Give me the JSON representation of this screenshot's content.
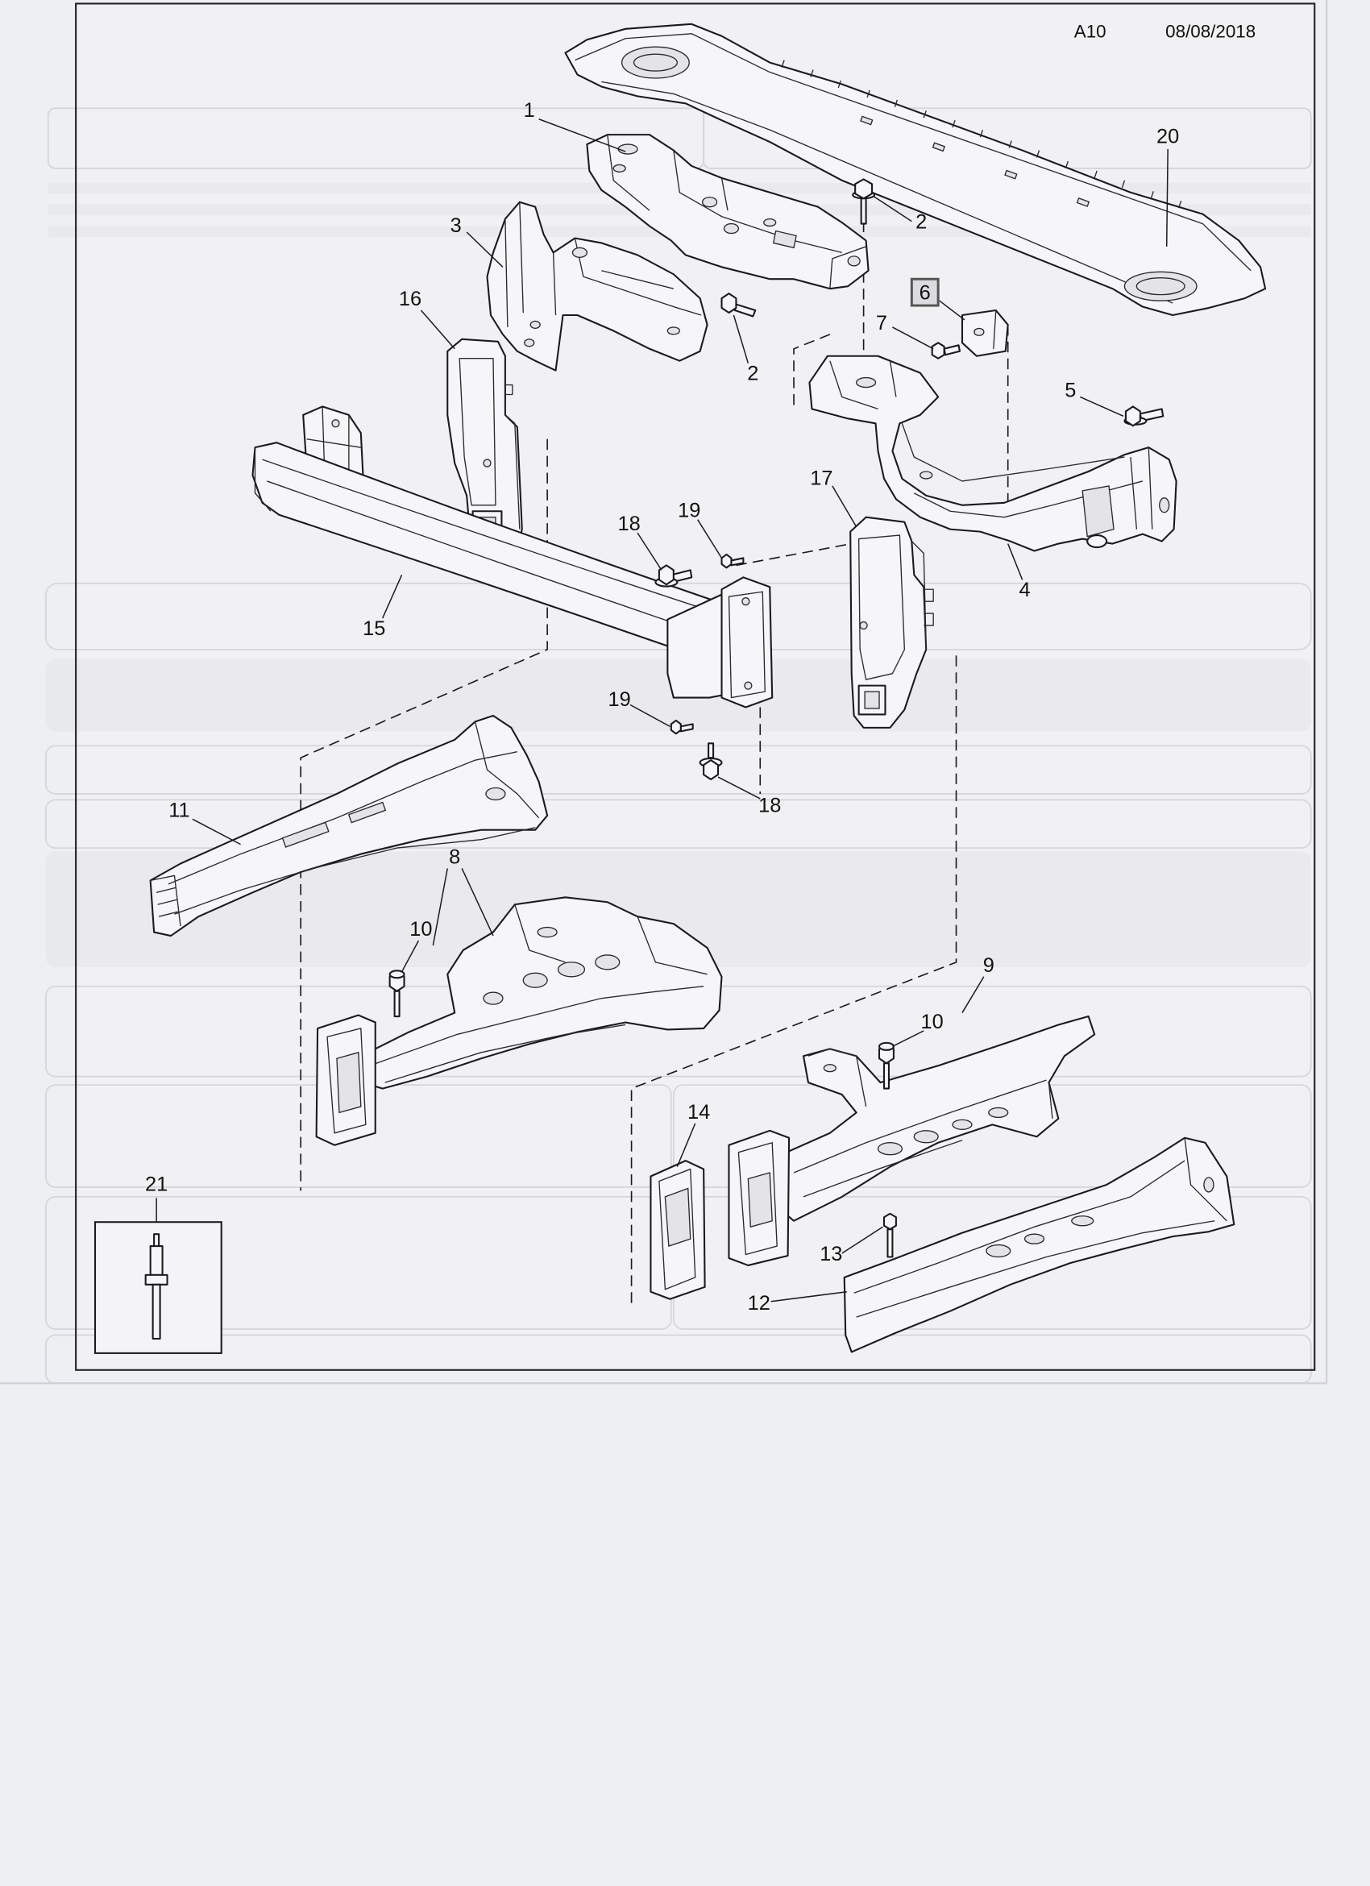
{
  "header": {
    "page_code": "A10",
    "date": "08/08/2018"
  },
  "callouts": [
    {
      "number": "1"
    },
    {
      "number": "20"
    },
    {
      "number": "2"
    },
    {
      "number": "3"
    },
    {
      "number": "16"
    },
    {
      "number": "6",
      "boxed": true
    },
    {
      "number": "7"
    },
    {
      "number": "2"
    },
    {
      "number": "5"
    },
    {
      "number": "17"
    },
    {
      "number": "18"
    },
    {
      "number": "19"
    },
    {
      "number": "4"
    },
    {
      "number": "15"
    },
    {
      "number": "19"
    },
    {
      "number": "18"
    },
    {
      "number": "11"
    },
    {
      "number": "8"
    },
    {
      "number": "10"
    },
    {
      "number": "9"
    },
    {
      "number": "10"
    },
    {
      "number": "14"
    },
    {
      "number": "21"
    },
    {
      "number": "13"
    },
    {
      "number": "12"
    }
  ],
  "colors": {
    "ink": "#1b1b1d",
    "paper": "#eeeff2"
  }
}
